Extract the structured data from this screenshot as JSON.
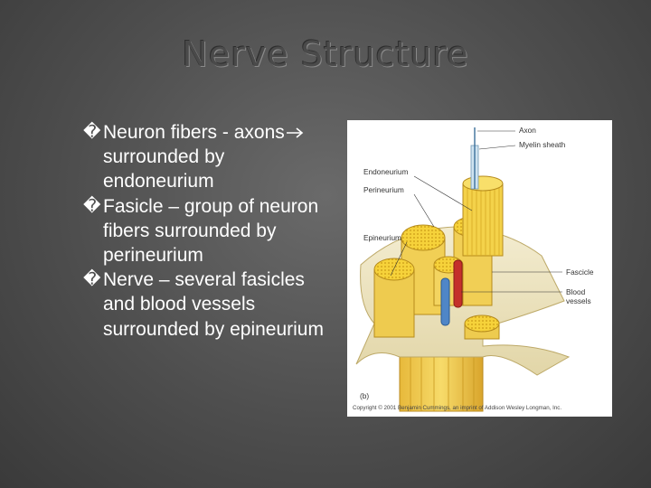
{
  "slide": {
    "title": "Nerve Structure",
    "bullets": [
      {
        "glyph": "�",
        "before": "Neuron fibers - axons",
        "after": " surrounded by endoneurium"
      },
      {
        "glyph": "�",
        "text": "Fasicle – group of neuron fibers surrounded by perineurium"
      },
      {
        "glyph": "�",
        "text": "Nerve – several fasicles and blood vessels surrounded by epineurium"
      }
    ]
  },
  "figure": {
    "labels": {
      "axon": "Axon",
      "myelin_sheath": "Myelin sheath",
      "endoneurium": "Endoneurium",
      "perineurium": "Perineurium",
      "epineurium": "Epineurium",
      "fascicle": "Fascicle",
      "blood_vessels_1": "Blood",
      "blood_vessels_2": "vessels",
      "panel": "(b)",
      "copyright": "Copyright © 2001 Benjamin Cummings, an imprint of Addison Wesley Longman, Inc."
    }
  }
}
